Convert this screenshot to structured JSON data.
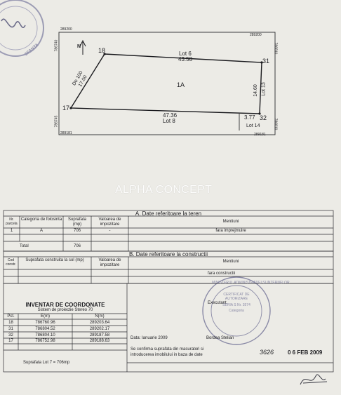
{
  "plan": {
    "corner_top_left": "289200",
    "corner_top_right": "289200",
    "corner_bottom_left": "289181",
    "corner_bottom_right": "289181",
    "left_axis_top": "786740",
    "left_axis_bottom": "786745",
    "right_axis_top": "786810",
    "right_axis_bottom": "786810",
    "north": "N",
    "point_18": "18",
    "point_31": "31",
    "point_17": "17",
    "point_32": "32",
    "top_lot": "Lot 6",
    "top_length": "43.58",
    "parcel": "1A",
    "left_side_label": "De 100",
    "left_side_length": "17.00",
    "right_side_length": "14.60",
    "right_lot": "Lot 13",
    "bottom_length": "47.36",
    "bottom_lot": "Lot 8",
    "corner_length": "3.77",
    "corner_lot": "Lot 14"
  },
  "watermark": "ALPHA CONCEPT",
  "section_a": {
    "title": "A. Date referitoare la teren",
    "headers": [
      "Nr. parcela",
      "Categoria de folosinta",
      "Suprafata (mp)",
      "Valoarea de impozitare",
      "Mentiuni"
    ],
    "rows": [
      [
        "1",
        "A",
        "706",
        "-",
        "fara imprejmuire"
      ]
    ],
    "total_label": "Total",
    "total_value": "706"
  },
  "section_b": {
    "title": "B. Date referitoare la constructii",
    "headers": [
      "Cod constr.",
      "Suprafata construita la sol (mp)",
      "Valoarea de impozitare",
      "Mentiuni"
    ],
    "mention": "fara constructii"
  },
  "inventory": {
    "title": "INVENTAR DE COORDONATE",
    "subtitle": "Sistem de proiectie Stereo 70",
    "headers": [
      "Pct.",
      "E(m)",
      "N(m)"
    ],
    "rows": [
      [
        "18",
        "786760.96",
        "289203.64"
      ],
      [
        "31",
        "786804.52",
        "289202.17"
      ],
      [
        "32",
        "786804.10",
        "289187.58"
      ],
      [
        "17",
        "786752.98",
        "289188.63"
      ]
    ],
    "total": "Suprafata Lot 7 = 706mp"
  },
  "executant": {
    "label": "Executant",
    "date": "Data: Ianuarie 2009",
    "name": "Bordea Stelian",
    "confirm_line1": "Se confirma suprafata din masuratori si",
    "confirm_line2": "introducerea imobilului in baza de date",
    "stamp_number": "3626",
    "stamp_date": "0 6 FEB 2009"
  },
  "stamps": {
    "top_seal": "SFANTA",
    "round_stamp_ring": "MINISTERUL ADMINISTRATIEI SI INTERNELOR",
    "round_stamp_mid": "CERTIFICAT DE AUTORIZARE",
    "round_stamp_series": "SERIA S Nr. 3574",
    "round_stamp_cat": "Categoria"
  },
  "colors": {
    "ink": "#1e1e22",
    "stamp_blue": "#8a8aa6",
    "paper": "#ecebe6"
  }
}
